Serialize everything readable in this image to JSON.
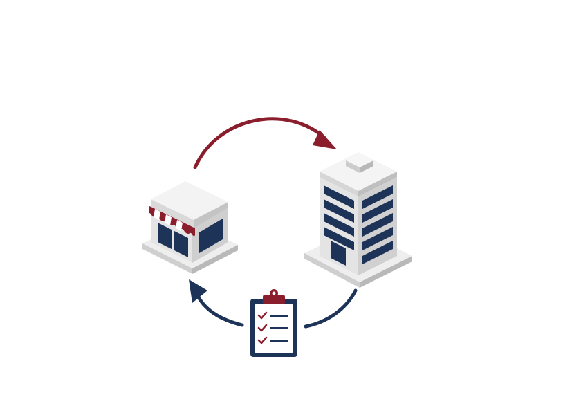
{
  "diagram": {
    "nodes": [
      {
        "name": "small-shop",
        "icon": "storefront-icon"
      },
      {
        "name": "office-tower",
        "icon": "office-building-icon"
      },
      {
        "name": "checklist",
        "icon": "clipboard-checklist-icon"
      }
    ],
    "flows": [
      {
        "from": "small-shop",
        "to": "office-tower",
        "color": "#8b1e2d"
      },
      {
        "from": "office-tower",
        "to": "checklist",
        "color": "#1e3358"
      },
      {
        "from": "checklist",
        "to": "small-shop",
        "color": "#1e3358"
      }
    ]
  },
  "colors": {
    "accent_red": "#8b1e2d",
    "accent_navy": "#1e3358",
    "building_light": "#f2f2f2",
    "building_mid": "#dcdcdc",
    "building_dark": "#c4c4c4",
    "shadow": "#e6e6e6"
  }
}
